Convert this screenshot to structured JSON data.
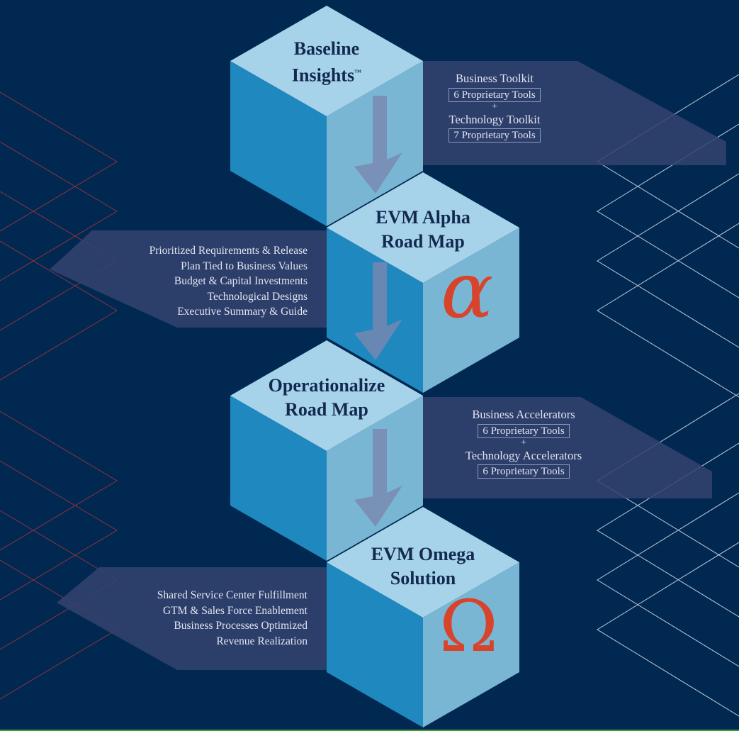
{
  "cubes": [
    {
      "line1": "Baseline",
      "line2": "Insights",
      "mark": "™"
    },
    {
      "line1": "EVM Alpha",
      "line2": "Road Map",
      "symbol": "α"
    },
    {
      "line1": "Operationalize",
      "line2": "Road Map"
    },
    {
      "line1": "EVM Omega",
      "line2": "Solution",
      "symbol": "Ω"
    }
  ],
  "bands": {
    "toolkits": {
      "business": "Business Toolkit",
      "business_tools": "6 Proprietary Tools",
      "plus": "+",
      "technology": "Technology Toolkit",
      "technology_tools": "7 Proprietary Tools"
    },
    "alpha_items": [
      "Prioritized Requirements & Release",
      "Plan Tied to Business Values",
      "Budget & Capital Investments",
      "Technological Designs",
      "Executive Summary & Guide"
    ],
    "accelerators": {
      "business": "Business Accelerators",
      "business_tools": "6 Proprietary Tools",
      "plus": "+",
      "technology": "Technology Accelerators",
      "technology_tools": "6 Proprietary Tools"
    },
    "omega_items": [
      "Shared Service Center Fulfillment",
      "GTM & Sales Force Enablement",
      "Business Processes Optimized",
      "Revenue Realization"
    ]
  },
  "colors": {
    "background": "#012851",
    "cube_top": "#a6d3ea",
    "cube_left": "#1f88bf",
    "cube_right": "#79b6d3",
    "symbol": "#d8432c",
    "band": "#34426e"
  }
}
